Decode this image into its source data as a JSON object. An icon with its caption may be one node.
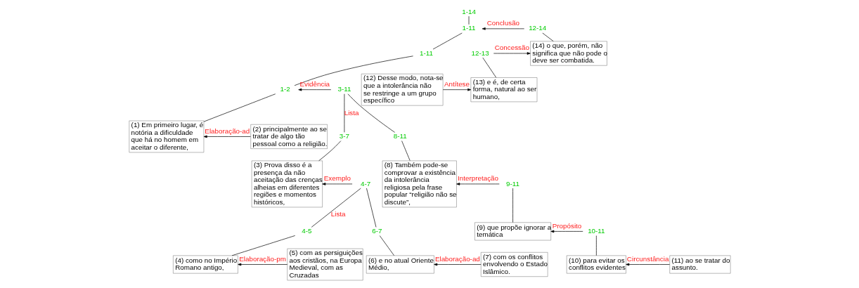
{
  "diagram": {
    "nodes": [
      {
        "text": [
          "1-14"
        ]
      },
      {
        "text": [
          "1-11"
        ]
      },
      {
        "text": [
          "12-14"
        ]
      },
      {
        "text": [
          "1-11"
        ]
      },
      {
        "text": [
          "12-13"
        ]
      },
      {
        "text": [
          "(14) o que, porém, não significa que não pode o deve ser combatida."
        ]
      },
      {
        "text": [
          "1-2"
        ]
      },
      {
        "text": [
          "3-11"
        ]
      },
      {
        "text": [
          "(12) Desse modo, nota-se que a intolerância não se restringe a um grupo específico"
        ]
      },
      {
        "text": [
          "(13) e é, de certa forma, natural ao ser humano,"
        ]
      },
      {
        "text": [
          "(1) Em primeiro lugar, é notória a dificuldade que há no homem em aceitar o diferente,"
        ]
      },
      {
        "text": [
          "(2) principalmente ao se tratar de algo tão pessoal como a religião."
        ]
      },
      {
        "text": [
          "3-7"
        ]
      },
      {
        "text": [
          "8-11"
        ]
      },
      {
        "text": [
          "(3) Prova disso é a presença da não aceitação das crenças alheias em diferentes regiões e momentos históricos,"
        ]
      },
      {
        "text": [
          "4-7"
        ]
      },
      {
        "text": [
          "(8) Também pode-se comprovar a existência da intolerância religiosa pela frase popular “religião não se discute”,"
        ]
      },
      {
        "text": [
          "9-11"
        ]
      },
      {
        "text": [
          "4-5"
        ]
      },
      {
        "text": [
          "6-7"
        ]
      },
      {
        "text": [
          "(9) que propõe ignorar a temática"
        ]
      },
      {
        "text": [
          "10-11"
        ]
      },
      {
        "text": [
          "(4) como no Império Romano antigo,"
        ]
      },
      {
        "text": [
          "(5) com as persiguições aos cristãos, na Europa Medieval, com as Cruzadas"
        ]
      },
      {
        "text": [
          "(6) e no atual Oriente Médio,"
        ]
      },
      {
        "text": [
          "(7) com os conflitos envolvendo o Estado Islâmico."
        ]
      },
      {
        "text": [
          "(10) para evitar os conflitos evidentes"
        ]
      },
      {
        "text": [
          "(11) ao se tratar do assunto."
        ]
      }
    ],
    "edges": [
      {
        "from": 0,
        "to": 1,
        "arrow": "none"
      },
      {
        "from": 2,
        "to": 1,
        "arrow": "to",
        "label": "Conclusão"
      },
      {
        "from": 1,
        "to": 3,
        "arrow": "none"
      },
      {
        "from": 2,
        "to": 5,
        "arrow": "none"
      },
      {
        "from": 4,
        "to": 5,
        "arrow": "to",
        "label": "Concessão"
      },
      {
        "from": 3,
        "to": 6,
        "arrow": "none"
      },
      {
        "from": 7,
        "to": 6,
        "arrow": "to",
        "label": "Evidência"
      },
      {
        "from": 4,
        "to": 9,
        "arrow": "none"
      },
      {
        "from": 8,
        "to": 9,
        "arrow": "to",
        "label": "Antítese"
      },
      {
        "from": 6,
        "to": 10,
        "arrow": "none"
      },
      {
        "from": 11,
        "to": 10,
        "arrow": "to",
        "label": "Elaboração-ad"
      },
      {
        "from": 7,
        "to": 12,
        "arrow": "none",
        "label": "Lista"
      },
      {
        "from": 7,
        "to": 13,
        "arrow": "none"
      },
      {
        "from": 12,
        "to": 14,
        "arrow": "none"
      },
      {
        "from": 15,
        "to": 14,
        "arrow": "to",
        "label": "Exemplo"
      },
      {
        "from": 13,
        "to": 16,
        "arrow": "none"
      },
      {
        "from": 17,
        "to": 16,
        "arrow": "to",
        "label": "Interpretação"
      },
      {
        "from": 15,
        "to": 18,
        "arrow": "none",
        "label": "Lista"
      },
      {
        "from": 15,
        "to": 19,
        "arrow": "none"
      },
      {
        "from": 17,
        "to": 20,
        "arrow": "none"
      },
      {
        "from": 21,
        "to": 20,
        "arrow": "to",
        "label": "Propósito"
      },
      {
        "from": 18,
        "to": 22,
        "arrow": "none"
      },
      {
        "from": 23,
        "to": 22,
        "arrow": "to",
        "label": "Elaboração-pm"
      },
      {
        "from": 19,
        "to": 24,
        "arrow": "none"
      },
      {
        "from": 25,
        "to": 24,
        "arrow": "to",
        "label": "Elaboração-ad"
      },
      {
        "from": 21,
        "to": 26,
        "arrow": "none"
      },
      {
        "from": 27,
        "to": 26,
        "arrow": "to",
        "label": "Circunstância"
      }
    ]
  }
}
